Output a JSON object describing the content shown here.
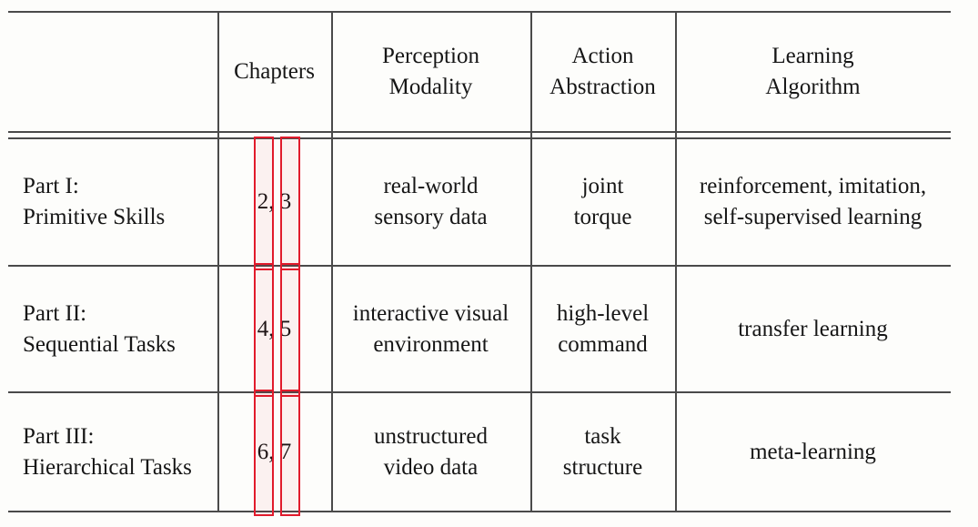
{
  "document": {
    "colors": {
      "background": "#fdfdfb",
      "line": "#4a4a4a",
      "text": "#161616"
    },
    "header": {
      "chapters": "Chapters",
      "perception": [
        "Perception",
        "Modality"
      ],
      "action": [
        "Action",
        "Abstraction"
      ],
      "learning": [
        "Learning",
        "Algorithm"
      ]
    },
    "rows": [
      {
        "label": [
          "Part I:",
          "Primitive Skills"
        ],
        "chapters": "2, 3",
        "perception": [
          "real-world",
          "sensory data"
        ],
        "action": [
          "joint",
          "torque"
        ],
        "learning": [
          "reinforcement, imitation,",
          "self-supervised learning"
        ]
      },
      {
        "label": [
          "Part II:",
          "Sequential Tasks"
        ],
        "chapters": "4, 5",
        "perception": [
          "interactive visual",
          "environment"
        ],
        "action": [
          "high-level",
          "command"
        ],
        "learning": [
          "transfer learning"
        ]
      },
      {
        "label": [
          "Part III:",
          "Hierarchical Tasks"
        ],
        "chapters": "6, 7",
        "perception": [
          "unstructured",
          "video data"
        ],
        "action": [
          "task",
          "structure"
        ],
        "learning": [
          "meta-learning"
        ]
      }
    ],
    "link_boxes": {
      "color": "#e11b2c",
      "targets": [
        "2",
        "3",
        "4",
        "5",
        "6",
        "7"
      ]
    }
  }
}
